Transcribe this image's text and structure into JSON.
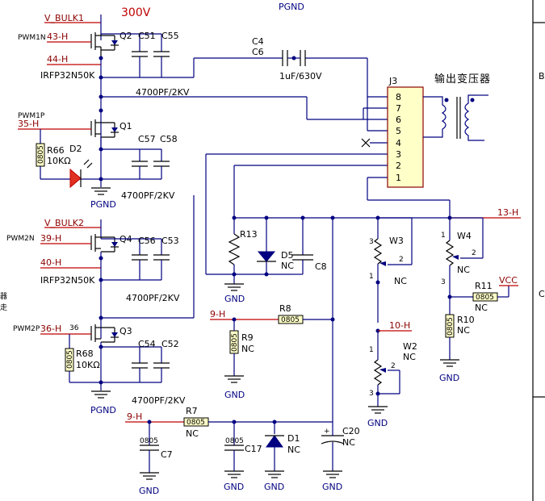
{
  "voltage_note": "300V",
  "pgnd_top": "PGND",
  "transformer_label": "输出变压器",
  "edge_b": "B",
  "edge_c": "C",
  "side_chars": [
    "器",
    "走"
  ],
  "nets": {
    "v_bulk1": "V_BULK1",
    "v_bulk2": "V_BULK2",
    "h43": "43-H",
    "h44": "44-H",
    "h35": "35-H",
    "h39": "39-H",
    "h40": "40-H",
    "h36": "36-H",
    "h13": "13-H",
    "h9a": "9-H",
    "h9b": "9-H",
    "h10": "10-H",
    "vcc": "VCC",
    "pin36": "36"
  },
  "signals": {
    "pwm1n": "PWM1N",
    "pwm1p": "PWM1P",
    "pwm2n": "PWM2N",
    "pwm2p": "PWM2P"
  },
  "mosfets": {
    "q1": "Q1",
    "q2": "Q2",
    "q3": "Q3",
    "q4": "Q4",
    "part": "IRFP32N50K"
  },
  "caps": {
    "c51": "C51",
    "c55": "C55",
    "c57": "C57",
    "c58": "C58",
    "c56": "C56",
    "c53": "C53",
    "c54": "C54",
    "c52": "C52",
    "c4": "C4",
    "c6": "C6",
    "c46_value": "1uF/630V",
    "c8": "C8",
    "c7": "C7",
    "c17": "C17",
    "c20": "C20",
    "hv": "4700PF/2KV"
  },
  "resistors": {
    "r66": "R66",
    "r66_value": "10KΩ",
    "r68": "R68",
    "r68_value": "10KΩ",
    "r13": "R13",
    "r8": "R8",
    "r9": "R9",
    "r7": "R7",
    "r10": "R10",
    "r11": "R11",
    "pkg": "0805"
  },
  "diodes": {
    "d2": "D2",
    "d5": "D5",
    "d1": "D1"
  },
  "pots": {
    "w3": "W3",
    "w2": "W2",
    "w4": "W4"
  },
  "connector": {
    "ref": "J3",
    "pins": [
      "8",
      "7",
      "6",
      "5",
      "4",
      "3",
      "2",
      "1"
    ]
  },
  "nc": "NC",
  "gnd": "GND",
  "pgnd": "PGND",
  "pot_pins": {
    "p1": "1",
    "p2": "2",
    "p3": "3"
  }
}
